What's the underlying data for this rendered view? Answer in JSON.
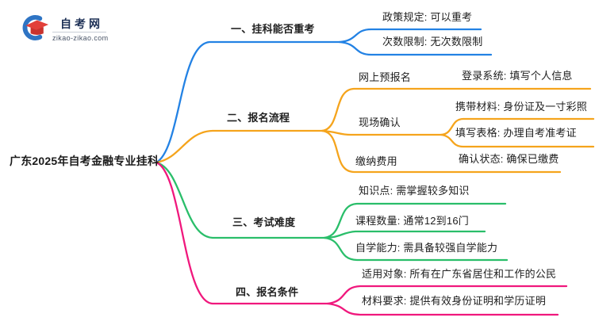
{
  "logo": {
    "site_name": "自考网",
    "site_domain": "zikao-zikao.com"
  },
  "colors": {
    "branch1": "#2382e4",
    "branch2": "#f5a41c",
    "branch3": "#2abe6a",
    "branch4": "#f0187d",
    "logo_blue": "#2e74c4",
    "logo_red": "#e2403a",
    "logo_text": "#1c2f55"
  },
  "root": {
    "label": "广东2025年自考金融专业挂科"
  },
  "branches": [
    {
      "label": "一、挂科能否重考",
      "children": [
        {
          "label": "政策规定: 可以重考"
        },
        {
          "label": "次数限制: 无次数限制"
        }
      ]
    },
    {
      "label": "二、报名流程",
      "children": [
        {
          "label": "网上预报名",
          "children": [
            {
              "label": "登录系统: 填写个人信息"
            }
          ]
        },
        {
          "label": "现场确认",
          "children": [
            {
              "label": "携带材料: 身份证及一寸彩照"
            },
            {
              "label": "填写表格: 办理自考准考证"
            }
          ]
        },
        {
          "label": "缴纳费用",
          "children": [
            {
              "label": "确认状态: 确保已缴费"
            }
          ]
        }
      ]
    },
    {
      "label": "三、考试难度",
      "children": [
        {
          "label": "知识点: 需掌握较多知识"
        },
        {
          "label": "课程数量: 通常12到16门"
        },
        {
          "label": "自学能力: 需具备较强自学能力"
        }
      ]
    },
    {
      "label": "四、报名条件",
      "children": [
        {
          "label": "适用对象: 所有在广东省居住和工作的公民"
        },
        {
          "label": "材料要求: 提供有效身份证明和学历证明"
        }
      ]
    }
  ]
}
